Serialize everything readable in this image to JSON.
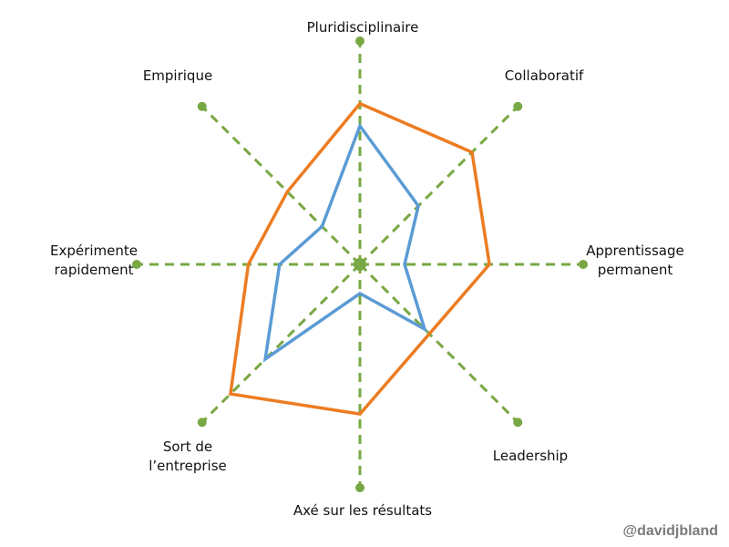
{
  "chart_data": {
    "type": "radar",
    "title": "",
    "axes": [
      {
        "label_lines": [
          "Pluridisciplinaire"
        ]
      },
      {
        "label_lines": [
          "Collaboratif"
        ]
      },
      {
        "label_lines": [
          "Apprentissage",
          "permanent"
        ]
      },
      {
        "label_lines": [
          "Leadership"
        ]
      },
      {
        "label_lines": [
          "Axé sur les résultats"
        ]
      },
      {
        "label_lines": [
          "Sort de",
          "l’entreprise"
        ]
      },
      {
        "label_lines": [
          "Expérimente",
          "rapidement"
        ]
      },
      {
        "label_lines": [
          "Empirique"
        ]
      }
    ],
    "range": [
      0,
      10
    ],
    "series": [
      {
        "color": "#ec7c22",
        "values": [
          7.2,
          7.1,
          5.8,
          4.4,
          6.7,
          8.2,
          5.0,
          4.6
        ]
      },
      {
        "color": "#5b9bd5",
        "values": [
          6.2,
          3.7,
          2.0,
          4.1,
          1.3,
          6.0,
          3.6,
          2.4
        ]
      }
    ],
    "axis_color": "#77a844",
    "axis_style": "dashed"
  },
  "watermark": "@davidjbland"
}
